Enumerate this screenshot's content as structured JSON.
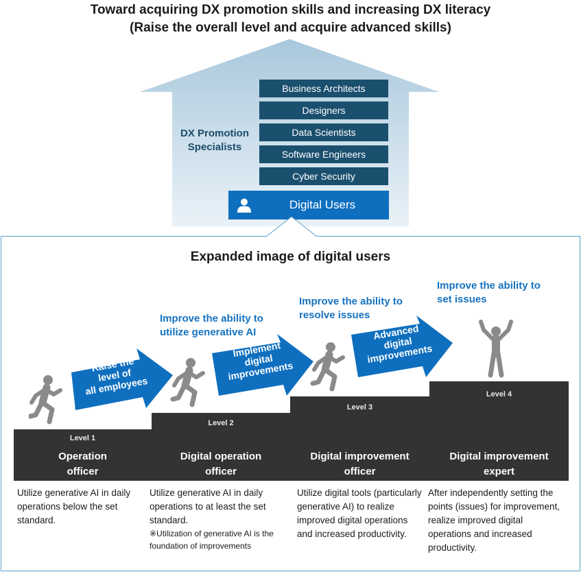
{
  "header": {
    "line1": "Toward acquiring DX promotion skills and increasing DX literacy",
    "line2": "(Raise the overall level and acquire advanced skills)"
  },
  "house": {
    "specialists_label_1": "DX Promotion",
    "specialists_label_2": "Specialists",
    "roles": [
      "Business Architects",
      "Designers",
      "Data Scientists",
      "Software Engineers",
      "Cyber Security"
    ],
    "digital_users": "Digital Users"
  },
  "expanded": {
    "title": "Expanded image of digital users",
    "goals": [
      {
        "line1": "Improve the ability to",
        "line2": "utilize generative AI"
      },
      {
        "line1": "Improve the ability to",
        "line2": "resolve issues"
      },
      {
        "line1": "Improve the ability to",
        "line2": "set issues"
      }
    ],
    "arrows": [
      {
        "line1": "Raise the",
        "line2": "level of",
        "line3": "all employees"
      },
      {
        "line1": "Implement",
        "line2": "digital",
        "line3": "improvements"
      },
      {
        "line1": "Advanced",
        "line2": "digital",
        "line3": "improvements"
      }
    ],
    "levels": [
      {
        "level": "Level 1",
        "role1": "Operation",
        "role2": "officer",
        "desc": "Utilize generative AI in daily operations below the set standard.",
        "note": ""
      },
      {
        "level": "Level 2",
        "role1": "Digital operation",
        "role2": "officer",
        "desc": "Utilize generative AI in daily operations to at least the set standard.",
        "note": "※Utilization of generative AI is the foundation of  improvements"
      },
      {
        "level": "Level 3",
        "role1": "Digital improvement",
        "role2": "officer",
        "desc": "Utilize digital tools (particularly generative AI) to realize improved digital operations and increased productivity.",
        "note": ""
      },
      {
        "level": "Level 4",
        "role1": "Digital improvement",
        "role2": "expert",
        "desc": "After independently setting the points (issues) for improvement, realize improved digital operations and increased productivity.",
        "note": ""
      }
    ]
  },
  "colors": {
    "house_gradient_top": "#a9c8dc",
    "house_gradient_bottom": "#e4eef5",
    "role_box": "#1a4f6e",
    "digital_users": "#0f6fbf",
    "arrow": "#0f6fbf",
    "accent_text": "#1672c0",
    "step": "#333333",
    "person": "#8a8a8a"
  },
  "icons": [
    "user-icon",
    "running-person-icon",
    "cheering-person-icon",
    "arrow-icon"
  ]
}
